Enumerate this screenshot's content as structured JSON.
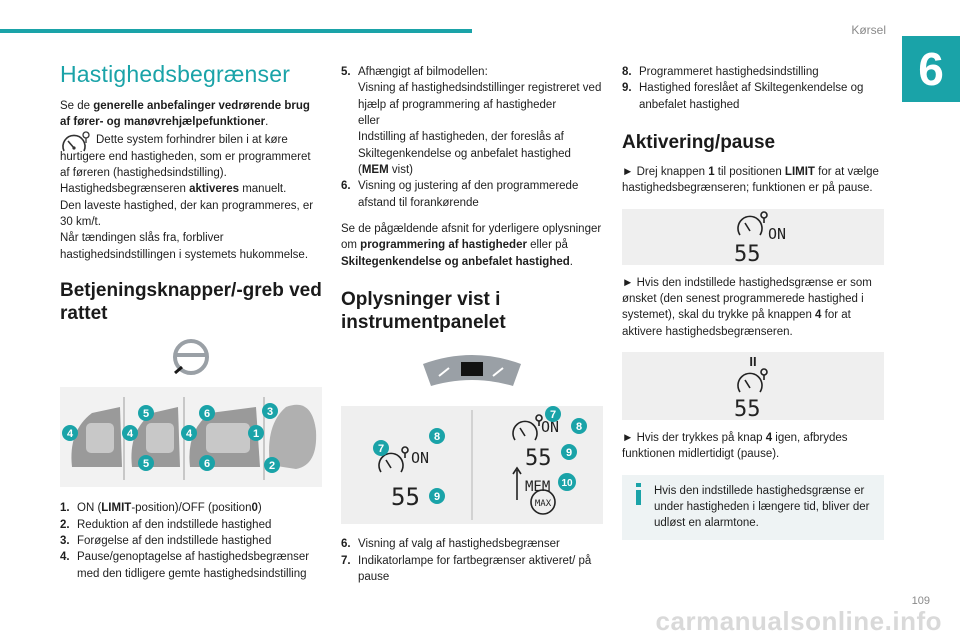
{
  "header": {
    "section": "Kørsel",
    "chapter": "6"
  },
  "footer": {
    "page": "109",
    "watermark": "carmanualsonline.info"
  },
  "col1": {
    "title": "Hastighedsbegrænser",
    "intro_prefix": "Se de ",
    "intro_bold": "generelle anbefalinger vedrørende brug af fører- og manøvrehjælpefunktioner",
    "intro_suffix": ".",
    "icon_text": "Dette system forhindrer bilen i at køre hurtigere end hastigheden, som er programmeret af føreren (hastighedsindstilling).",
    "activated_prefix": "Hastighedsbegrænseren ",
    "activated_bold": "aktiveres",
    "activated_suffix": " manuelt.",
    "lowest": "Den laveste hastighed, der kan programmeres, er 30 km/t.",
    "ignition": "Når tændingen slås fra, forbliver hastighedsindstillingen i systemets hukommelse.",
    "heading_controls": "Betjeningsknapper/-greb ved rattet",
    "control_labels": [
      "4",
      "5",
      "5",
      "4",
      "6",
      "4",
      "6",
      "3",
      "1",
      "2",
      "5"
    ],
    "items": [
      {
        "n": "1.",
        "pre": "ON (",
        "b1": "LIMIT",
        "mid": "-position)/OFF (position",
        "b2": "0",
        "post": ")"
      },
      {
        "n": "2.",
        "text": "Reduktion af den indstillede hastighed"
      },
      {
        "n": "3.",
        "text": "Forøgelse af den indstillede hastighed"
      },
      {
        "n": "4.",
        "text": "Pause/genoptagelse af hastighedsbegrænser med den tidligere gemte hastighedsindstilling"
      }
    ]
  },
  "col2": {
    "items_a": [
      {
        "n": "5.",
        "l1": "Afhængigt af bilmodellen:",
        "l2": "Visning af hastighedsindstillinger registreret ved hjælp af programmering af hastigheder",
        "l3": "eller",
        "l4": "Indstilling af hastigheden, der foreslås af Skiltegenkendelse og anbefalet hastighed (",
        "l4b": "MEM",
        "l4c": " vist)"
      },
      {
        "n": "6.",
        "text": "Visning og justering af den programmerede afstand til forankørende"
      }
    ],
    "see_pre": "Se de pågældende afsnit for yderligere oplysninger om ",
    "see_b1": "programmering af hastigheder",
    "see_mid": " eller på ",
    "see_b2": "Skiltegenkendelse og anbefalet hastighed",
    "see_post": ".",
    "heading_info": "Oplysninger vist i instrumentpanelet",
    "display": {
      "on": "ON",
      "speed": "55",
      "mem": "MEM",
      "max": "MAX",
      "labels": [
        "7",
        "8",
        "9",
        "7",
        "8",
        "9",
        "10"
      ]
    },
    "items_b": [
      {
        "n": "6.",
        "text": "Visning af valg af hastighedsbegrænser"
      },
      {
        "n": "7.",
        "text": "Indikatorlampe for fartbegrænser aktiveret/ på pause"
      }
    ]
  },
  "col3": {
    "items": [
      {
        "n": "8.",
        "text": "Programmeret hastighedsindstilling"
      },
      {
        "n": "9.",
        "text": "Hastighed foreslået af Skiltegenkendelse og anbefalet hastighed"
      }
    ],
    "heading_act": "Aktivering/pause",
    "p1_pre": "► Drej knappen ",
    "p1_b1": "1",
    "p1_mid": " til positionen ",
    "p1_b2": "LIMIT",
    "p1_post": " for at vælge hastighedsbegrænseren; funktionen er på pause.",
    "fig1": {
      "on": "ON",
      "speed": "55"
    },
    "p2_pre": "► Hvis den indstillede hastighedsgrænse er som ønsket (den senest programmerede hastighed i systemet), skal du trykke på knappen ",
    "p2_b": "4",
    "p2_post": " for at aktivere hastighedsbegrænseren.",
    "fig2": {
      "pause": "II",
      "speed": "55"
    },
    "p3_pre": "► Hvis der trykkes på knap ",
    "p3_b": "4",
    "p3_post": " igen, afbrydes funktionen midlertidigt (pause).",
    "info": "Hvis den indstillede hastighedsgrænse er under hastigheden i længere tid, bliver der udløst en alarmtone."
  }
}
